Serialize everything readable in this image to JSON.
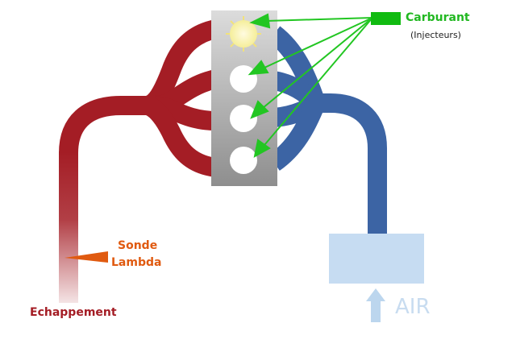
{
  "labels": {
    "fuel": "Carburant",
    "fuel_sub": "(Injecteurs)",
    "sensor_line1": "Sonde",
    "sensor_line2": "Lambda",
    "exhaust": "Echappement",
    "air": "AIR"
  },
  "colors": {
    "exhaust": "#a41d25",
    "intake": "#3c64a4",
    "fuel": "#22c622",
    "fuel_block": "#11bb11",
    "sensor": "#e05a10",
    "air": "#c6dcf2",
    "air_arrow": "#bcd6ee",
    "air_text": "#c8dcf0",
    "block": "#999999",
    "spark": "#f5f0a0"
  },
  "components": {
    "engine_block": {
      "cylinders": 4,
      "firing_cylinder": 1
    },
    "injector_arrows": 4,
    "icons": [
      "spark-icon",
      "lambda-sensor-icon",
      "air-flow-arrow-icon"
    ]
  }
}
